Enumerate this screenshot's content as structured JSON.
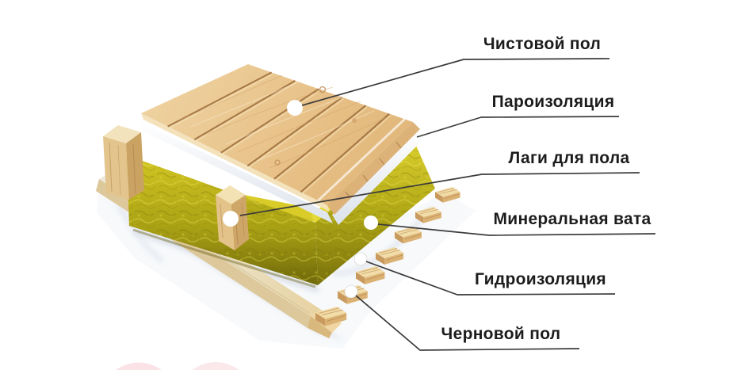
{
  "diagram": {
    "description": "Exploded 3D scheme of wooden floor insulation layers",
    "labels": [
      {
        "id": "finished-floor",
        "text": "Чистовой пол"
      },
      {
        "id": "vapor-barrier",
        "text": "Пароизоляция"
      },
      {
        "id": "floor-joists",
        "text": "Лаги для пола"
      },
      {
        "id": "mineral-wool",
        "text": "Минеральная вата"
      },
      {
        "id": "waterproofing",
        "text": "Гидроизоляция"
      },
      {
        "id": "subfloor",
        "text": "Черновой пол"
      }
    ],
    "markers": [
      {
        "on": "finished-floor"
      },
      {
        "on": "floor-joists"
      },
      {
        "on": "mineral-wool"
      },
      {
        "on": "waterproofing"
      },
      {
        "on": "subfloor"
      }
    ],
    "colors": {
      "background": "#ffffff",
      "text": "#1c1c1c",
      "leader": "#3b3b3b",
      "wood_light": "#f0d6a4",
      "wood_medium": "#dfb377",
      "wood_dark": "#9a6b3a",
      "wool_bright": "#d9cc28",
      "wool_dark": "#7d760c",
      "film_white": "#f7f9fb",
      "board_grey": "#e9e3d2",
      "watermark_pink": "#f5cbd1"
    }
  }
}
